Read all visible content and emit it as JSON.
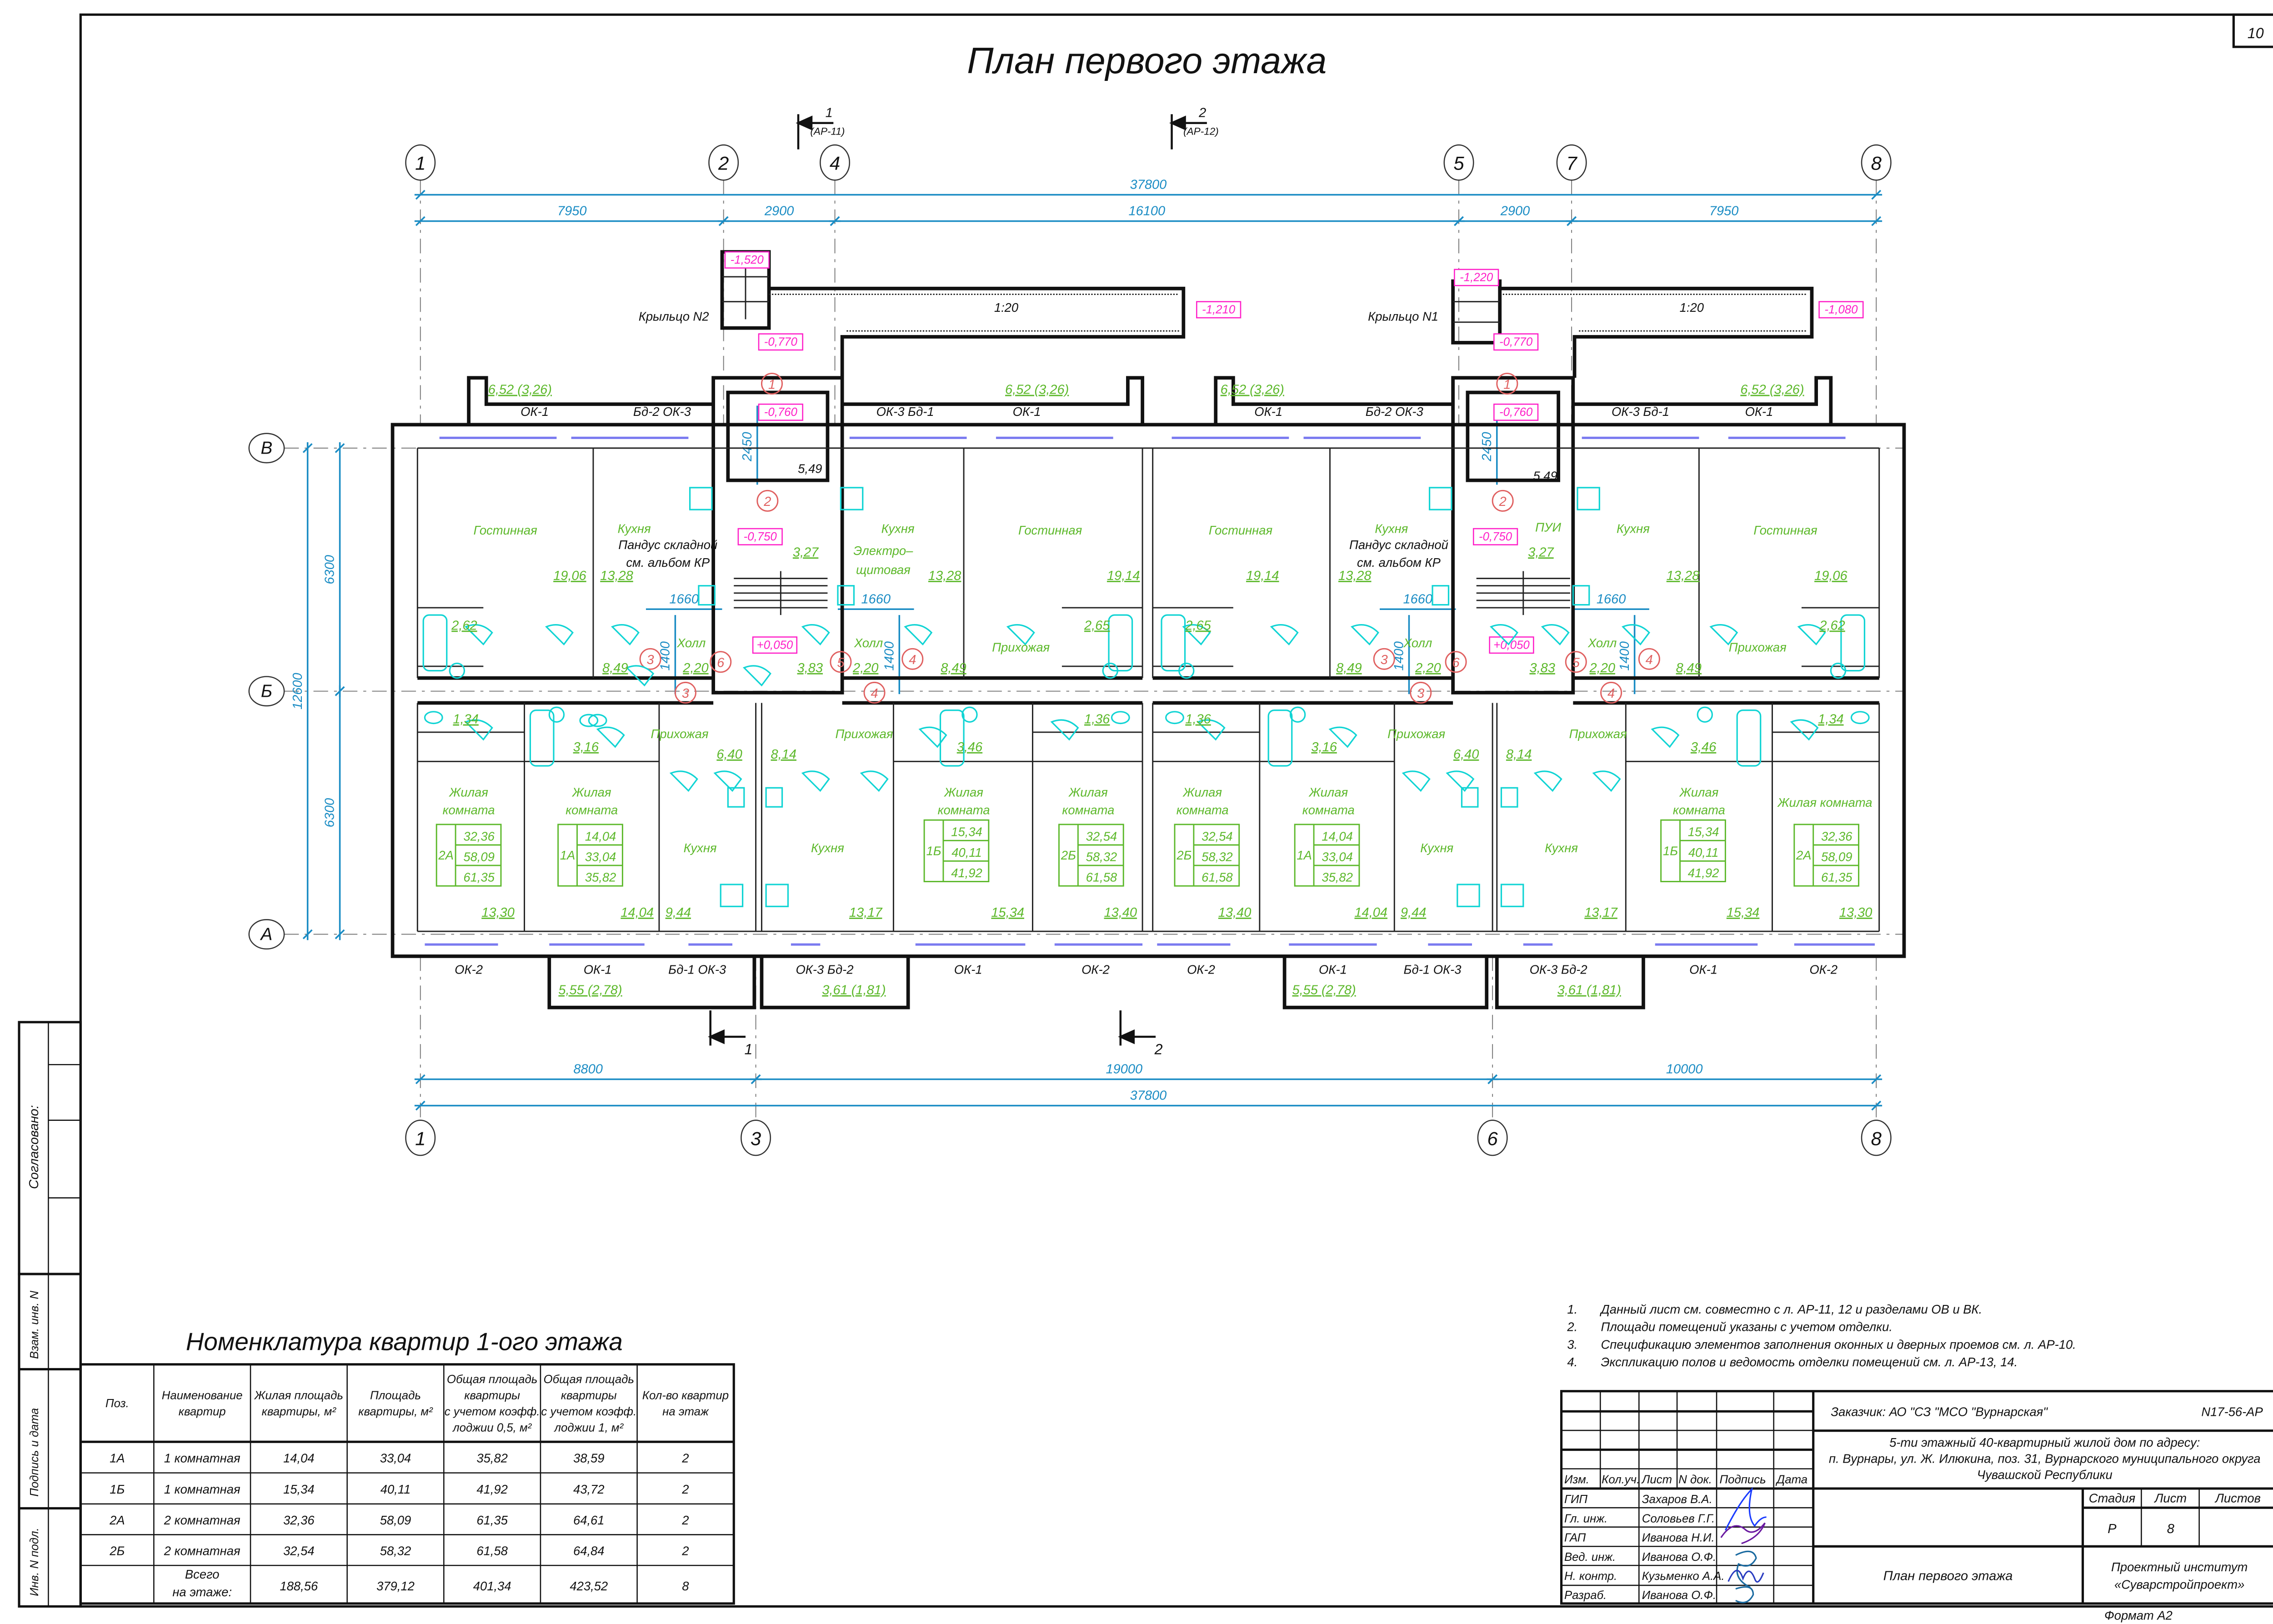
{
  "sheet_number": "10",
  "plan": {
    "title": "План первого этажа",
    "sections": [
      {
        "num": "1",
        "ref": "(АР-11)"
      },
      {
        "num": "2",
        "ref": "(АР-12)"
      }
    ],
    "axes_top": [
      "1",
      "2",
      "4",
      "5",
      "7",
      "8"
    ],
    "axes_bottom": [
      "1",
      "3",
      "6",
      "8"
    ],
    "axes_left": [
      "В",
      "Б",
      "А"
    ],
    "dims_top_total": "37800",
    "dims_top": [
      "7950",
      "2900",
      "16100",
      "2900",
      "7950"
    ],
    "dims_bottom": [
      "8800",
      "19000",
      "10000"
    ],
    "dims_bottom_total": "37800",
    "dims_left_total": "12600",
    "dims_left": [
      "6300",
      "6300"
    ],
    "inner_dims": [
      "2450",
      "1660",
      "1400",
      "1660",
      "1400",
      "2450",
      "1660",
      "1400",
      "1660",
      "1400"
    ],
    "door_marks": [
      "1",
      "2",
      "3",
      "3",
      "6",
      "5",
      "4",
      "4",
      "1",
      "2",
      "3",
      "3",
      "6",
      "5",
      "4",
      "4"
    ],
    "elevations": [
      "-1,520",
      "-0,770",
      "-0,760",
      "-0,750",
      "-1,210",
      "+0,050",
      "-1,220",
      "-0,770",
      "-0,760",
      "-0,750",
      "-1,080",
      "+0,050"
    ],
    "labels": [
      {
        "text": "6,52 (3,26)",
        "kind": "area"
      },
      {
        "text": "ОК-1",
        "kind": "mark"
      },
      {
        "text": "Бд-2 ОК-3",
        "kind": "mark"
      },
      {
        "text": "ОК-3 Бд-1",
        "kind": "mark"
      },
      {
        "text": "ОК-1",
        "kind": "mark"
      },
      {
        "text": "6,52 (3,26)",
        "kind": "area"
      },
      {
        "text": "6,52 (3,26)",
        "kind": "area"
      },
      {
        "text": "ОК-1",
        "kind": "mark"
      },
      {
        "text": "Бд-2 ОК-3",
        "kind": "mark"
      },
      {
        "text": "ОК-3 Бд-1",
        "kind": "mark"
      },
      {
        "text": "ОК-1",
        "kind": "mark"
      },
      {
        "text": "6,52 (3,26)",
        "kind": "area"
      },
      {
        "text": "Крыльцо N2",
        "kind": "mark"
      },
      {
        "text": "Крыльцо N1",
        "kind": "mark"
      },
      {
        "text": "1:20",
        "kind": "mark"
      },
      {
        "text": "1:20",
        "kind": "mark"
      },
      {
        "text": "5,49",
        "kind": "mark"
      },
      {
        "text": "5,49",
        "kind": "mark"
      },
      {
        "text": "Гостинная",
        "kind": "room"
      },
      {
        "text": "19,06",
        "kind": "area"
      },
      {
        "text": "Кухня",
        "kind": "room"
      },
      {
        "text": "13,28",
        "kind": "area"
      },
      {
        "text": "Пандус складной",
        "kind": "mark"
      },
      {
        "text": "см. альбом КР",
        "kind": "mark"
      },
      {
        "text": "3,27",
        "kind": "area"
      },
      {
        "text": "Электро–",
        "kind": "room"
      },
      {
        "text": "щитовая",
        "kind": "room"
      },
      {
        "text": "Кухня",
        "kind": "room"
      },
      {
        "text": "13,28",
        "kind": "area"
      },
      {
        "text": "Гостинная",
        "kind": "room"
      },
      {
        "text": "19,14",
        "kind": "area"
      },
      {
        "text": "Гостинная",
        "kind": "room"
      },
      {
        "text": "19,14",
        "kind": "area"
      },
      {
        "text": "Кухня",
        "kind": "room"
      },
      {
        "text": "13,28",
        "kind": "area"
      },
      {
        "text": "Пандус складной",
        "kind": "mark"
      },
      {
        "text": "см. альбом КР",
        "kind": "mark"
      },
      {
        "text": "ПУИ",
        "kind": "room"
      },
      {
        "text": "3,27",
        "kind": "area"
      },
      {
        "text": "Кухня",
        "kind": "room"
      },
      {
        "text": "13,28",
        "kind": "area"
      },
      {
        "text": "Гостинная",
        "kind": "room"
      },
      {
        "text": "19,06",
        "kind": "area"
      },
      {
        "text": "2,62",
        "kind": "area"
      },
      {
        "text": "2,65",
        "kind": "area"
      },
      {
        "text": "2,65",
        "kind": "area"
      },
      {
        "text": "2,62",
        "kind": "area"
      },
      {
        "text": "Холл",
        "kind": "room"
      },
      {
        "text": "2,20",
        "kind": "area"
      },
      {
        "text": "8,49",
        "kind": "area"
      },
      {
        "text": "3,83",
        "kind": "area"
      },
      {
        "text": "Холл",
        "kind": "room"
      },
      {
        "text": "2,20",
        "kind": "area"
      },
      {
        "text": "8,49",
        "kind": "area"
      },
      {
        "text": "Прихожая",
        "kind": "room"
      },
      {
        "text": "8,49",
        "kind": "area"
      },
      {
        "text": "Холл",
        "kind": "room"
      },
      {
        "text": "2,20",
        "kind": "area"
      },
      {
        "text": "3,83",
        "kind": "area"
      },
      {
        "text": "Холл",
        "kind": "room"
      },
      {
        "text": "2,20",
        "kind": "area"
      },
      {
        "text": "8,49",
        "kind": "area"
      },
      {
        "text": "Прихожая",
        "kind": "room"
      },
      {
        "text": "1,34",
        "kind": "area"
      },
      {
        "text": "3,16",
        "kind": "area"
      },
      {
        "text": "Прихожая",
        "kind": "room"
      },
      {
        "text": "6,40",
        "kind": "area"
      },
      {
        "text": "8,14",
        "kind": "area"
      },
      {
        "text": "Прихожая",
        "kind": "room"
      },
      {
        "text": "3,46",
        "kind": "area"
      },
      {
        "text": "1,36",
        "kind": "area"
      },
      {
        "text": "1,36",
        "kind": "area"
      },
      {
        "text": "3,16",
        "kind": "area"
      },
      {
        "text": "Прихожая",
        "kind": "room"
      },
      {
        "text": "6,40",
        "kind": "area"
      },
      {
        "text": "8,14",
        "kind": "area"
      },
      {
        "text": "Прихожая",
        "kind": "room"
      },
      {
        "text": "3,46",
        "kind": "area"
      },
      {
        "text": "1,34",
        "kind": "area"
      },
      {
        "text": "Жилая",
        "kind": "room"
      },
      {
        "text": "комната",
        "kind": "room"
      },
      {
        "text": "13,30",
        "kind": "area"
      },
      {
        "text": "Жилая",
        "kind": "room"
      },
      {
        "text": "комната",
        "kind": "room"
      },
      {
        "text": "14,04",
        "kind": "area"
      },
      {
        "text": "9,44",
        "kind": "area"
      },
      {
        "text": "Кухня",
        "kind": "room"
      },
      {
        "text": "Кухня",
        "kind": "room"
      },
      {
        "text": "13,17",
        "kind": "area"
      },
      {
        "text": "Жилая",
        "kind": "room"
      },
      {
        "text": "комната",
        "kind": "room"
      },
      {
        "text": "15,34",
        "kind": "area"
      },
      {
        "text": "Жилая",
        "kind": "room"
      },
      {
        "text": "комната",
        "kind": "room"
      },
      {
        "text": "13,40",
        "kind": "area"
      },
      {
        "text": "Жилая",
        "kind": "room"
      },
      {
        "text": "комната",
        "kind": "room"
      },
      {
        "text": "13,40",
        "kind": "area"
      },
      {
        "text": "Жилая",
        "kind": "room"
      },
      {
        "text": "комната",
        "kind": "room"
      },
      {
        "text": "14,04",
        "kind": "area"
      },
      {
        "text": "9,44",
        "kind": "area"
      },
      {
        "text": "Кухня",
        "kind": "room"
      },
      {
        "text": "Кухня",
        "kind": "room"
      },
      {
        "text": "13,17",
        "kind": "area"
      },
      {
        "text": "Жилая",
        "kind": "room"
      },
      {
        "text": "комната",
        "kind": "room"
      },
      {
        "text": "15,34",
        "kind": "area"
      },
      {
        "text": "Жилая комната",
        "kind": "room"
      },
      {
        "text": "13,30",
        "kind": "area"
      },
      {
        "text": "ОК-2",
        "kind": "mark"
      },
      {
        "text": "ОК-1",
        "kind": "mark"
      },
      {
        "text": "Бд-1 ОК-3",
        "kind": "mark"
      },
      {
        "text": "5,55 (2,78)",
        "kind": "area"
      },
      {
        "text": "ОК-3 Бд-2",
        "kind": "mark"
      },
      {
        "text": "3,61 (1,81)",
        "kind": "area"
      },
      {
        "text": "ОК-1",
        "kind": "mark"
      },
      {
        "text": "ОК-2",
        "kind": "mark"
      },
      {
        "text": "ОК-2",
        "kind": "mark"
      },
      {
        "text": "ОК-1",
        "kind": "mark"
      },
      {
        "text": "Бд-1 ОК-3",
        "kind": "mark"
      },
      {
        "text": "5,55 (2,78)",
        "kind": "area"
      },
      {
        "text": "ОК-3 Бд-2",
        "kind": "mark"
      },
      {
        "text": "3,61 (1,81)",
        "kind": "area"
      },
      {
        "text": "ОК-1",
        "kind": "mark"
      },
      {
        "text": "ОК-2",
        "kind": "mark"
      }
    ],
    "apartment_tags": [
      {
        "type": "2А",
        "values": [
          "32,36",
          "58,09",
          "61,35"
        ]
      },
      {
        "type": "1А",
        "values": [
          "14,04",
          "33,04",
          "35,82"
        ]
      },
      {
        "type": "1Б",
        "values": [
          "15,34",
          "40,11",
          "41,92"
        ]
      },
      {
        "type": "2Б",
        "values": [
          "32,54",
          "58,32",
          "61,58"
        ]
      },
      {
        "type": "2Б",
        "values": [
          "32,54",
          "58,32",
          "61,58"
        ]
      },
      {
        "type": "1А",
        "values": [
          "14,04",
          "33,04",
          "35,82"
        ]
      },
      {
        "type": "1Б",
        "values": [
          "15,34",
          "40,11",
          "41,92"
        ]
      },
      {
        "type": "2А",
        "values": [
          "32,36",
          "58,09",
          "61,35"
        ]
      }
    ]
  },
  "nomenclature": {
    "title": "Номенклатура квартир 1-ого этажа",
    "headers": [
      [
        "Поз."
      ],
      [
        "Наименование",
        "квартир"
      ],
      [
        "Жилая площадь",
        "квартиры, м²"
      ],
      [
        "Площадь",
        "квартиры, м²"
      ],
      [
        "Общая площадь",
        "квартиры",
        "с учетом коэфф.",
        "лоджии 0,5, м²"
      ],
      [
        "Общая площадь",
        "квартиры",
        "с учетом коэфф.",
        "лоджии 1, м²"
      ],
      [
        "Кол-во квартир",
        "на этаж"
      ]
    ],
    "rows": [
      [
        "1А",
        "1 комнатная",
        "14,04",
        "33,04",
        "35,82",
        "38,59",
        "2"
      ],
      [
        "1Б",
        "1 комнатная",
        "15,34",
        "40,11",
        "41,92",
        "43,72",
        "2"
      ],
      [
        "2А",
        "2 комнатная",
        "32,36",
        "58,09",
        "61,35",
        "64,61",
        "2"
      ],
      [
        "2Б",
        "2 комнатная",
        "32,54",
        "58,32",
        "61,58",
        "64,84",
        "2"
      ]
    ],
    "total": {
      "label": [
        "Всего",
        "на этаже:"
      ],
      "values": [
        "188,56",
        "379,12",
        "401,34",
        "423,52",
        "8"
      ]
    }
  },
  "notes": [
    {
      "num": "1.",
      "text": "Данный лист см. совместно с л. АР-11, 12 и разделами ОВ и ВК."
    },
    {
      "num": "2.",
      "text": "Площади помещений указаны с учетом отделки."
    },
    {
      "num": "3.",
      "text": "Спецификацию элементов заполнения оконных и дверных проемов см. л. АР-10."
    },
    {
      "num": "4.",
      "text": "Экспликацию полов и ведомость отделки помещений см. л. АР-13, 14."
    }
  ],
  "side_stamp": {
    "agreed": "Согласовано:",
    "replace_inv": "Взам. инв. N",
    "sign_date": "Подпись и дата",
    "inv_orig": "Инв. N подл."
  },
  "title_block": {
    "customer": "Заказчик: АО \"СЗ \"МСО \"Вурнарская\"",
    "code": "N17-56-АР",
    "project": [
      "5-ти этажный 40-квартирный жилой дом по адресу:",
      "п. Вурнары, ул. Ж. Илюкина, поз. 31, Вурнарского муниципального округа",
      "Чувашской Республики"
    ],
    "rev_headers": [
      "Изм.",
      "Кол.уч.",
      "Лист",
      "N док.",
      "Подпись",
      "Дата"
    ],
    "staff": [
      {
        "role": "ГИП",
        "name": "Захаров В.А."
      },
      {
        "role": "Гл. инж.",
        "name": "Соловьев Г.Г."
      },
      {
        "role": "ГАП",
        "name": "Иванова Н.И."
      },
      {
        "role": "Вед. инж.",
        "name": "Иванова О.Ф."
      },
      {
        "role": "Н. контр.",
        "name": "Кузьменко А.А."
      },
      {
        "role": "Разраб.",
        "name": "Иванова О.Ф."
      }
    ],
    "stage_headers": [
      "Стадия",
      "Лист",
      "Листов"
    ],
    "stage": "Р",
    "sheet": "8",
    "sheets": "",
    "sheet_title": "План первого этажа",
    "organization": [
      "Проектный институт",
      "«Суварстройпроект»"
    ],
    "format": "Формат А2"
  },
  "colors": {
    "room_text": "#5cb82a",
    "dimension": "#1a8cc4",
    "elevation": "#ff1fc8",
    "door_mark": "#e06060",
    "fixtures": "#11d4d4"
  }
}
